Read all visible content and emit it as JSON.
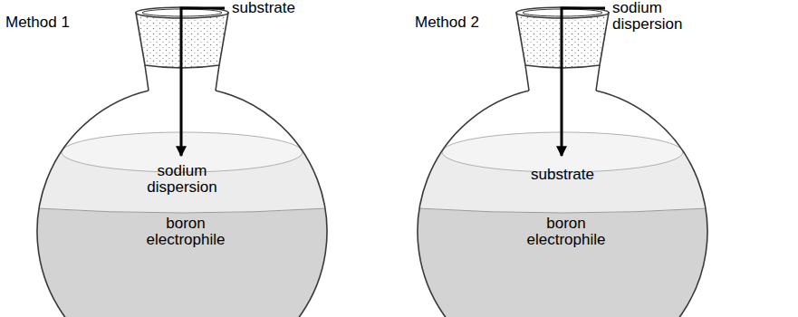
{
  "diagram": {
    "labels": [
      "Method 1",
      "substrate",
      "sodium dispersion",
      "boron electrophile",
      "Method 2",
      "sodium dispersion",
      "substrate",
      "boron electrophile"
    ]
  }
}
